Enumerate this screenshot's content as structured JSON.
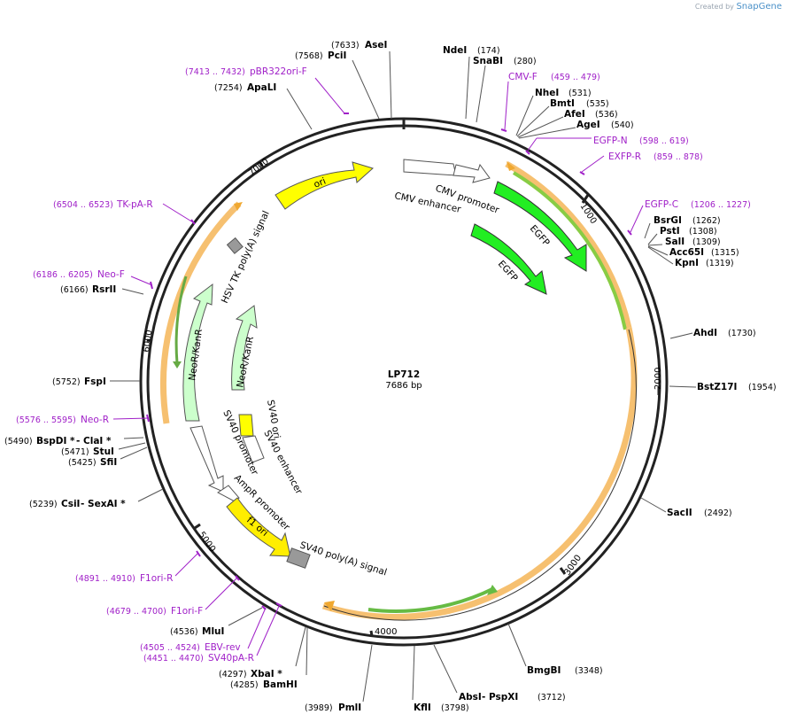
{
  "plasmid": {
    "name": "LP712",
    "length_label": "7686 bp"
  },
  "watermark": {
    "prefix": "Created by",
    "brand": "SnapGene"
  },
  "ticks": [
    "1000",
    "2000",
    "3000",
    "4000",
    "5000",
    "6000",
    "7000"
  ],
  "sites": [
    {
      "name": "NdeI",
      "pos": "(174)"
    },
    {
      "name": "SnaBI",
      "pos": "(280)"
    },
    {
      "name": "NheI",
      "pos": "(531)"
    },
    {
      "name": "BmtI",
      "pos": "(535)"
    },
    {
      "name": "AfeI",
      "pos": "(536)"
    },
    {
      "name": "AgeI",
      "pos": "(540)"
    },
    {
      "name": "BsrGI",
      "pos": "(1262)"
    },
    {
      "name": "PstI",
      "pos": "(1308)"
    },
    {
      "name": "SalI",
      "pos": "(1309)"
    },
    {
      "name": "Acc65I",
      "pos": "(1315)"
    },
    {
      "name": "KpnI",
      "pos": "(1319)"
    },
    {
      "name": "AhdI",
      "pos": "(1730)"
    },
    {
      "name": "BstZ17I",
      "pos": "(1954)"
    },
    {
      "name": "SacII",
      "pos": "(2492)"
    },
    {
      "name": "BmgBI",
      "pos": "(3348)"
    },
    {
      "name": "AbsI",
      "name2": " - PspXI",
      "pos": "(3712)"
    },
    {
      "name": "KflI",
      "pos": "(3798)"
    },
    {
      "name": "PmlI",
      "pos": "(3989)"
    },
    {
      "name": "BamHI",
      "pos": "(4285)"
    },
    {
      "name": "XbaI *",
      "pos": "(4297)"
    },
    {
      "name": "MluI",
      "pos": "(4536)"
    },
    {
      "name": "CsiI",
      "name2": " - SexAI *",
      "pos": "(5239)"
    },
    {
      "name": "SfiI",
      "pos": "(5425)"
    },
    {
      "name": "StuI",
      "pos": "(5471)"
    },
    {
      "name": "BspDI *",
      "name2": " - ClaI *",
      "pos": "(5490)"
    },
    {
      "name": "FspI",
      "pos": "(5752)"
    },
    {
      "name": "RsrII",
      "pos": "(6166)"
    },
    {
      "name": "ApaLI",
      "pos": "(7254)"
    },
    {
      "name": "PciI",
      "pos": "(7568)"
    },
    {
      "name": "AseI",
      "pos": "(7633)"
    }
  ],
  "primers": [
    {
      "name": "CMV-F",
      "range": "(459 .. 479)"
    },
    {
      "name": "EGFP-N",
      "range": "(598 .. 619)"
    },
    {
      "name": "EXFP-R",
      "range": "(859 .. 878)"
    },
    {
      "name": "EGFP-C",
      "range": "(1206 .. 1227)"
    },
    {
      "name": "EBV-rev",
      "range": "(4505 .. 4524)"
    },
    {
      "name": "SV40pA-R",
      "range": "(4451 .. 4470)"
    },
    {
      "name": "F1ori-F",
      "range": "(4679 .. 4700)"
    },
    {
      "name": "F1ori-R",
      "range": "(4891 .. 4910)"
    },
    {
      "name": "Neo-R",
      "range": "(5576 .. 5595)"
    },
    {
      "name": "Neo-F",
      "range": "(6186 .. 6205)"
    },
    {
      "name": "TK-pA-R",
      "range": "(6504 .. 6523)"
    },
    {
      "name": "pBR322ori-F",
      "range": "(7413 .. 7432)"
    }
  ],
  "features": {
    "cmv_enhancer": "CMV enhancer",
    "cmv_promoter": "CMV promoter",
    "egfp_1": "EGFP",
    "egfp_2": "EGFP",
    "sv40_polya": "SV40 poly(A) signal",
    "f1_ori": "f1 ori",
    "ampr_promoter": "AmpR promoter",
    "sv40_promoter_1": "SV40 promoter",
    "sv40_ori": "SV40 ori",
    "sv40_enhancer": "SV40 enhancer",
    "neor_1": "NeoR/KanR",
    "neor_2": "NeoR/KanR",
    "hsv_tk_polya": "HSV TK poly(A) signal",
    "ori": "ori"
  },
  "colors": {
    "backbone": "#222222",
    "egfp": "#22ee22",
    "neor": "#ccffcc",
    "ori": "#ffff00",
    "f1ori": "#ffee00",
    "polya": "#999999",
    "orf_orange": "#f0a830",
    "orf_green": "#88cc44",
    "primer": "#a020c8"
  }
}
